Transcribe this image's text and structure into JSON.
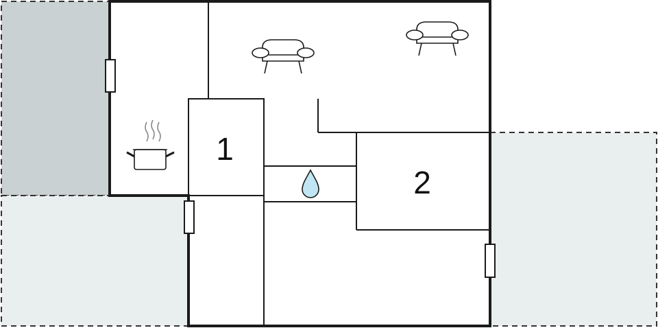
{
  "floor_plan": {
    "rooms": [
      {
        "label": "1",
        "kind": "bedroom"
      },
      {
        "label": "2",
        "kind": "bedroom"
      }
    ],
    "icons": [
      "sofa-icon",
      "sofa-icon",
      "cooking-pot-icon",
      "water-drop-icon"
    ],
    "colors": {
      "wall": "#1a1a1a",
      "terrace_dark": "#c9d1d3",
      "terrace_light": "#e9eeef",
      "water_drop": "#bfe6f2",
      "dash": "#333333"
    }
  }
}
